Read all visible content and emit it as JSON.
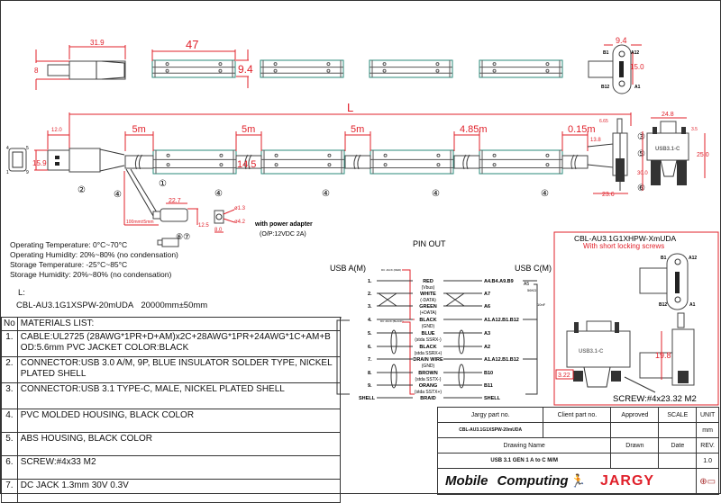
{
  "drawing": {
    "top_dims": {
      "plug_len": "31.9",
      "plug_h": "8",
      "box_len": "47",
      "box_h": "9.4",
      "c_w": "9.4",
      "c_h": "15.0"
    },
    "c_pins": [
      "B1",
      "A12",
      "B12",
      "A1"
    ],
    "main_dims": {
      "overall": "L",
      "a_len": "12.0",
      "a_h": "15.9",
      "segments": [
        "5m",
        "5m",
        "5m",
        "4.85m",
        "0.15m"
      ],
      "cable_h": "14.5",
      "dc_len": "100mm±5mm",
      "dc_w": "22.7",
      "dc_h": "12.5",
      "jack_d1": "ø1.3",
      "jack_d2": "ø4.2",
      "jack_w": "8.0",
      "c_screw": "6.65",
      "c_gap": "13.8",
      "c_len": "30.0",
      "c_w": "23.6",
      "c_top_w": "24.8",
      "c_top_h": "3.5",
      "c_side_h": "25.0",
      "c_label": "USB3.1-C"
    },
    "balloons": [
      "①",
      "②",
      "③",
      "④",
      "⑤",
      "⑥",
      "⑥⑦"
    ],
    "usb_a_pins": [
      "4",
      "5",
      "1",
      "9"
    ],
    "power_note": [
      "with power adapter",
      "(O/P:12VDC 2A)"
    ]
  },
  "specs": [
    "Operating Temperature: 0°C~70°C",
    "Operating Humidity: 20%~80% (no condensation)",
    "Storage Temperature: -25°C~85°C",
    "Storage  Humidity: 20%~80% (no condensation)"
  ],
  "length": {
    "label": "L:",
    "part": "CBL-AU3.1G1XSPW-20mUDA",
    "value": "20000mm±50mm"
  },
  "materials": {
    "header_no": "No",
    "header": "MATERIALS LIST:",
    "items": [
      {
        "no": "1.",
        "text": "CABLE:UL2725 (28AWG*1PR+D+AM)x2C+28AWG*1PR+24AWG*1C+AM+B OD:5.6mm  PVC JACKET COLOR:BLACK"
      },
      {
        "no": "2.",
        "text": "CONNECTOR:USB 3.0 A/M, 9P, BLUE INSULATOR SOLDER TYPE, NICKEL PLATED SHELL"
      },
      {
        "no": "3.",
        "text": "CONNECTOR:USB 3.1 TYPE-C, MALE, NICKEL PLATED SHELL"
      },
      {
        "no": "4.",
        "text": "PVC MOLDED HOUSING, BLACK COLOR"
      },
      {
        "no": "5.",
        "text": "ABS HOUSING, BLACK COLOR"
      },
      {
        "no": "6.",
        "text": "SCREW:#4x33 M2"
      },
      {
        "no": "7.",
        "text": "DC JACK 1.3mm 30V 0.3V"
      }
    ]
  },
  "pinout": {
    "title": "PIN OUT",
    "left_title": "USB A(M)",
    "right_title": "USB C(M)",
    "dc_label_1": "DC JACK (RED)",
    "dc_label_2": "DC JACK (BLACK)",
    "rows": [
      {
        "pin": "1.",
        "wire": "RED",
        "sub": "(Vbus)",
        "c": "A4.B4.A9.B9"
      },
      {
        "pin": "2.",
        "wire": "WHITE",
        "sub": "(-DATA)",
        "c": "A7"
      },
      {
        "pin": "3.",
        "wire": "GREEN",
        "sub": "(+DATA)",
        "c": "A6"
      },
      {
        "pin": "4.",
        "wire": "BLACK",
        "sub": "(GND)",
        "c": "A1.A12.B1.B12"
      },
      {
        "pin": "5.",
        "wire": "BLUE",
        "sub": "(stda SSRX-)",
        "c": "A3"
      },
      {
        "pin": "6.",
        "wire": "BLACK",
        "sub": "(stda SSRX+)",
        "c": "A2"
      },
      {
        "pin": "7.",
        "wire": "DRAIN WIRE",
        "sub": "(GND)",
        "c": "A1.A12.B1.B12"
      },
      {
        "pin": "8.",
        "wire": "BROWN",
        "sub": "(stda SSTX-)",
        "c": "B10"
      },
      {
        "pin": "9.",
        "wire": "ORANG",
        "sub": "(stda SSTX+)",
        "c": "B11"
      },
      {
        "pin": "SHELL",
        "wire": "BRAID",
        "sub": "",
        "c": "SHELL"
      }
    ],
    "a5": "A5",
    "resistor": "56KΩ",
    "cap": "10nF"
  },
  "variant": {
    "title": "CBL-AU3.1G1XHPW-XmUDA",
    "subtitle": "With short locking screws",
    "pins": [
      "B1",
      "A12",
      "B12",
      "A1"
    ],
    "dim_h": "19.8",
    "dim_w": "3.22",
    "label": "USB3.1-C",
    "screw": "SCREW:#4x23.32 M2"
  },
  "title_block": {
    "h_part": "Jargy part no.",
    "h_client": "Client part no.",
    "h_approved": "Approved",
    "h_scale": "SCALE",
    "h_unit": "UNIT",
    "part": "CBL-AU3.1G1XSPW-20mUDA",
    "unit": "mm",
    "h_drawing": "Drawing Name",
    "h_drawn": "Drawn",
    "h_date": "Date",
    "h_rev": "REV.",
    "drawing_name": "USB 3.1 GEN 1 A to C M/M",
    "rev": "1.0",
    "logo_1": "Mobile",
    "logo_2": "Computing",
    "logo_3": "JARGY",
    "projection_icon": "third-angle-projection-icon"
  }
}
